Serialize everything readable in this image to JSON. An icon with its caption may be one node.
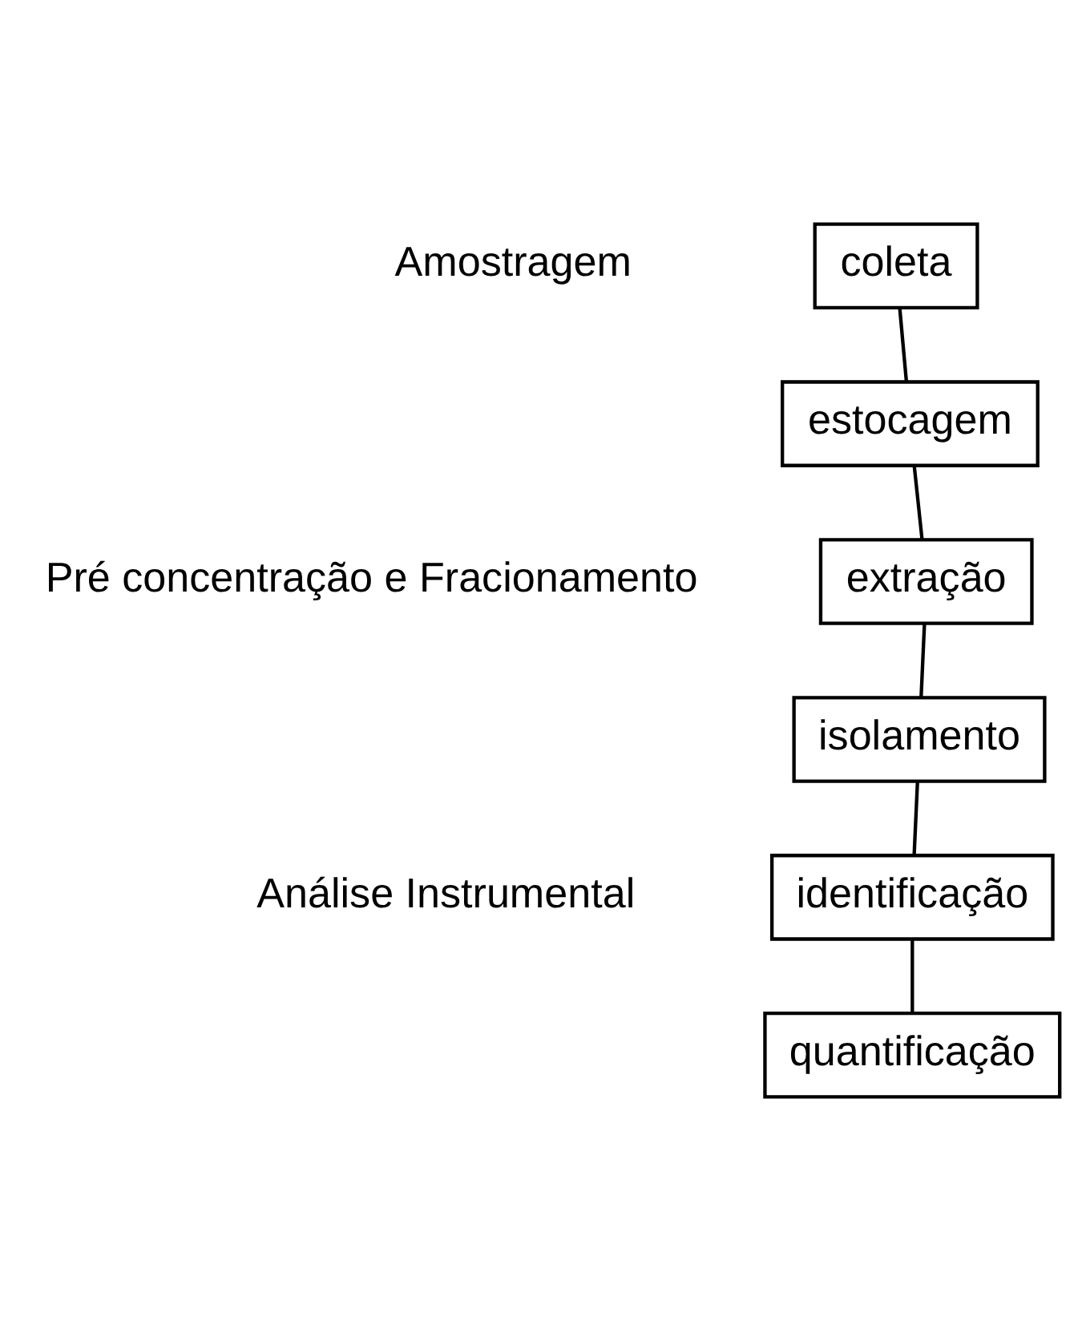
{
  "diagram": {
    "nodes": [
      {
        "text": [
          "coleta"
        ]
      },
      {
        "text": [
          "estocagem"
        ]
      },
      {
        "text": [
          "extração"
        ]
      },
      {
        "text": [
          "isolamento"
        ]
      },
      {
        "text": [
          "identificação"
        ]
      },
      {
        "text": [
          "quantificação"
        ]
      }
    ],
    "edges": [
      {
        "from": 0,
        "to": 1,
        "arrow": "none"
      },
      {
        "from": 1,
        "to": 2,
        "arrow": "none"
      },
      {
        "from": 2,
        "to": 3,
        "arrow": "none"
      },
      {
        "from": 3,
        "to": 4,
        "arrow": "none"
      },
      {
        "from": 4,
        "to": 5,
        "arrow": "none"
      }
    ],
    "labels": [
      "Amostragem",
      "Pré concentração e Fracionamento",
      "Análise Instrumental"
    ]
  }
}
